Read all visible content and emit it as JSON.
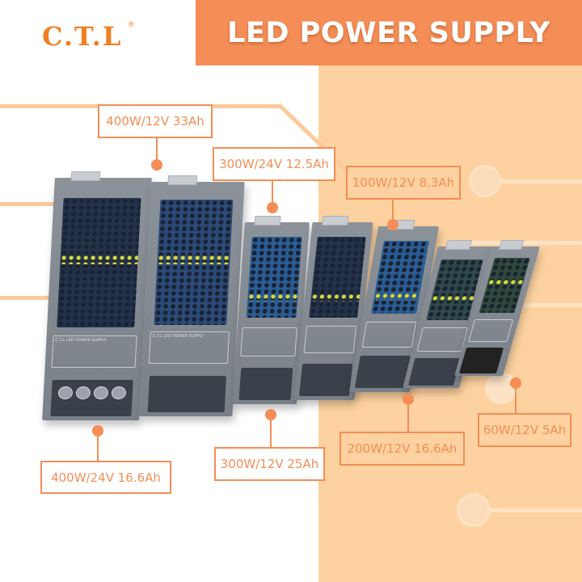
{
  "brand": {
    "logo_text": "C.T.L",
    "registered_mark": "®",
    "colors": {
      "accent": "#f48d56",
      "logo": "#f07f22",
      "peach_panel": "#fdd2a0",
      "header_text": "#ffffff"
    }
  },
  "header": {
    "title": "LED POWER SUPPLY"
  },
  "products": [
    {
      "id": "p1",
      "label": "400W/12V 33Ah",
      "watt": "400W",
      "volt": "12V",
      "amp": "33Ah"
    },
    {
      "id": "p2",
      "label": "400W/24V 16.6Ah",
      "watt": "400W",
      "volt": "24V",
      "amp": "16.6Ah"
    },
    {
      "id": "p3",
      "label": "300W/24V 12.5Ah",
      "watt": "300W",
      "volt": "24V",
      "amp": "12.5Ah"
    },
    {
      "id": "p4",
      "label": "300W/12V 25Ah",
      "watt": "300W",
      "volt": "12V",
      "amp": "25Ah"
    },
    {
      "id": "p5",
      "label": "100W/12V 8.3Ah",
      "watt": "100W",
      "volt": "12V",
      "amp": "8.3Ah"
    },
    {
      "id": "p6",
      "label": "200W/12V 16.6Ah",
      "watt": "200W",
      "volt": "12V",
      "amp": "16.6Ah"
    },
    {
      "id": "p7",
      "label": "60W/12V 5Ah",
      "watt": "60W",
      "volt": "12V",
      "amp": "5Ah"
    }
  ],
  "device_plate": {
    "brand": "C.T.L",
    "text": "LED POWER SUPPLY"
  }
}
